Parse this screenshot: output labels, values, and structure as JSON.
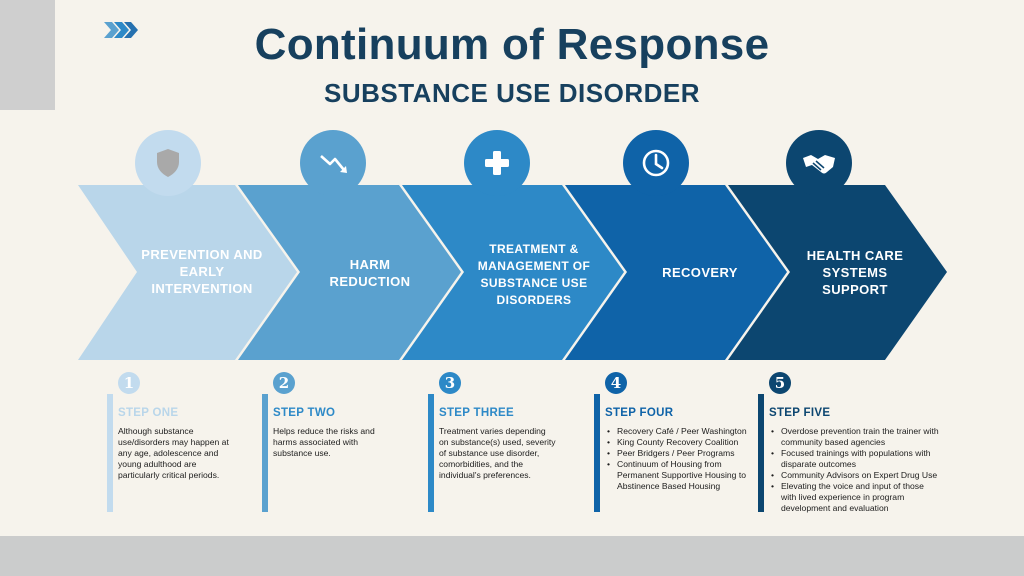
{
  "header": {
    "title": "Continuum of Response",
    "subtitle": "SUBSTANCE USE DISORDER"
  },
  "colors": {
    "title": "#17405e",
    "stage1": "#b9d6ea",
    "stage2": "#5aa1cf",
    "stage3": "#2d89c7",
    "stage4": "#0f63a8",
    "stage5": "#0c4670"
  },
  "stages": [
    {
      "label": "PREVENTION AND EARLY INTERVENTION",
      "icon": "shield-icon",
      "number": "1",
      "heading": "STEP ONE",
      "description": "Although substance use/disorders may happen at any age, adolescence and young adulthood are particularly critical periods."
    },
    {
      "label": "HARM REDUCTION",
      "icon": "trend-down-arrow-icon",
      "number": "2",
      "heading": "STEP TWO",
      "description": "Helps reduce the risks and harms associated with substance use."
    },
    {
      "label": "TREATMENT & MANAGEMENT OF SUBSTANCE USE DISORDERS",
      "icon": "medical-cross-icon",
      "number": "3",
      "heading": "STEP THREE",
      "description": "Treatment varies depending on substance(s) used, severity of substance use disorder, comorbidities, and the individual's preferences."
    },
    {
      "label": "RECOVERY",
      "icon": "clock-icon",
      "number": "4",
      "heading": "STEP FOUR",
      "bullets": [
        "Recovery Café / Peer Washington",
        "King County Recovery Coalition",
        "Peer Bridgers / Peer Programs",
        "Continuum of Housing from Permanent Supportive Housing to Abstinence Based Housing"
      ]
    },
    {
      "label": "HEALTH CARE SYSTEMS SUPPORT",
      "icon": "handshake-icon",
      "number": "5",
      "heading": "STEP FIVE",
      "bullets": [
        "Overdose prevention train the trainer with community based agencies",
        "Focused trainings with populations with disparate outcomes",
        "Community Advisors on Expert Drug Use",
        "Elevating the voice and input of those with lived experience in program development and evaluation"
      ]
    }
  ]
}
